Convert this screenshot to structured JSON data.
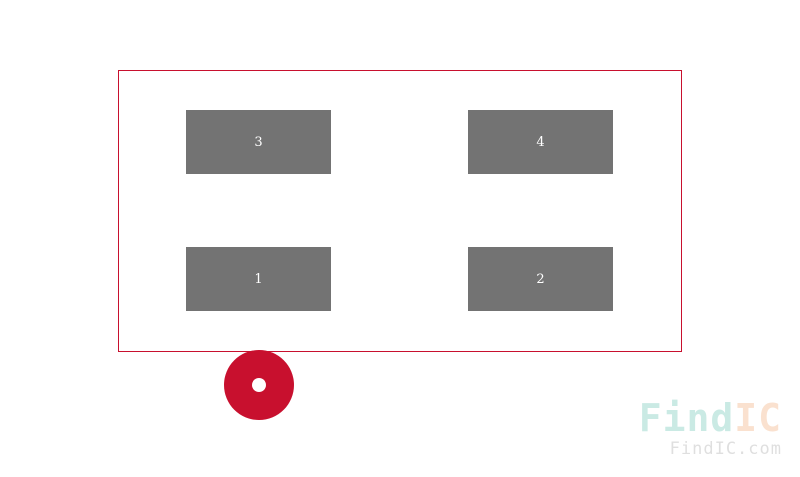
{
  "footprint": {
    "outline_color": "#c8102e",
    "pad_color": "#737373",
    "pads": [
      {
        "label": "3"
      },
      {
        "label": "4"
      },
      {
        "label": "1"
      },
      {
        "label": "2"
      }
    ],
    "pin1_marker_color": "#c8102e"
  },
  "watermark": {
    "logo_part1": "Find",
    "logo_part2": "IC",
    "url": "FindIC.com"
  }
}
